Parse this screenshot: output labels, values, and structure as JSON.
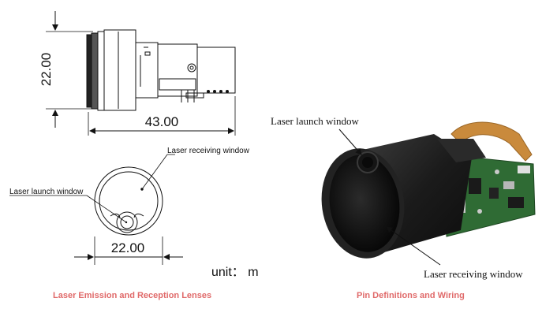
{
  "drawing": {
    "height_dim": "22.00",
    "length_dim": "43.00",
    "lens_dim": "22.00",
    "receiving_label": "Laser receiving window",
    "launch_label": "Laser launch window",
    "unit_label": "unit： m"
  },
  "photo": {
    "launch_label": "Laser launch window",
    "receiving_label": "Laser receiving window"
  },
  "captions": {
    "left": "Laser Emission and Reception Lenses",
    "right": "Pin Definitions and Wiring"
  },
  "colors": {
    "caption": "#e06a6a",
    "pcb_green": "#2f6b34",
    "ribbon": "#c98a3c"
  }
}
